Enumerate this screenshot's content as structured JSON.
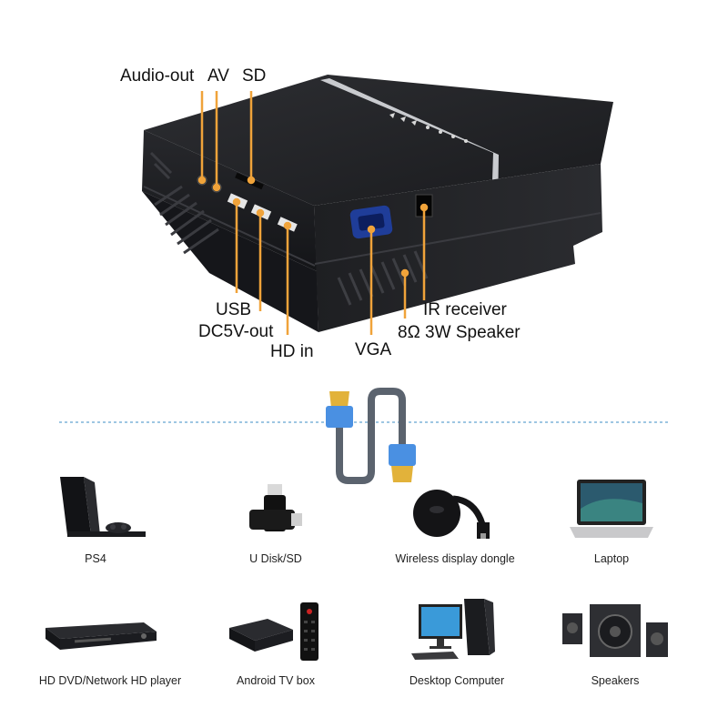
{
  "ports": {
    "audio_out": "Audio-out",
    "av": "AV",
    "sd": "SD",
    "usb": "USB",
    "dc5v_out": "DC5V-out",
    "hd_in": "HD in",
    "vga": "VGA",
    "ir_receiver": "IR receiver",
    "speaker": "8Ω 3W Speaker"
  },
  "devices": {
    "ps4": "PS4",
    "u_disk": "U Disk/SD",
    "dongle": "Wireless display dongle",
    "laptop": "Laptop",
    "dvd": "HD DVD/Network HD player",
    "tv_box": "Android TV box",
    "desktop": "Desktop Computer",
    "speakers": "Speakers"
  },
  "colors": {
    "leader": "#f0a33a",
    "body": "#1c1d20",
    "divider": "#7fb3d9",
    "cable_connector": "#4a90e2"
  }
}
